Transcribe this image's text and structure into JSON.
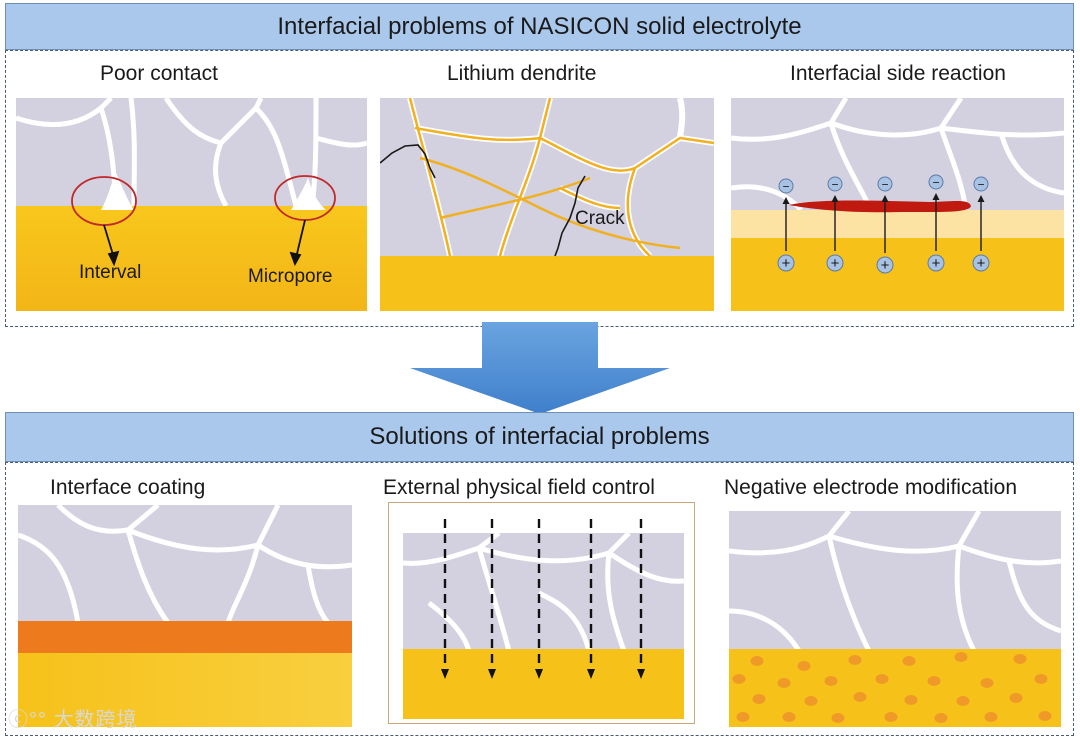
{
  "top": {
    "banner": "Interfacial problems of NASICON solid electrolyte",
    "panels": [
      {
        "title": "Poor contact",
        "labels": [
          "Interval",
          "Micropore"
        ]
      },
      {
        "title": "Lithium dendrite",
        "labels": [
          "Crack"
        ]
      },
      {
        "title": "Interfacial side reaction",
        "labels": []
      }
    ]
  },
  "bottom": {
    "banner": "Solutions of interfacial problems",
    "panels": [
      {
        "title": "Interface coating"
      },
      {
        "title": "External physical field control"
      },
      {
        "title": "Negative electrode modification"
      }
    ]
  },
  "symbols": {
    "minus": "−",
    "plus": "+"
  },
  "watermark": "大数跨境",
  "colors": {
    "grain": "#d3d1e0",
    "boundary": "#ffffff",
    "metal": "#f6c21a",
    "dendrite": "#f0b020",
    "coating": "#ee7a1e",
    "reaction": "#c01a10",
    "arrow": "#4a86cf",
    "banner": "#a9c8ec"
  }
}
